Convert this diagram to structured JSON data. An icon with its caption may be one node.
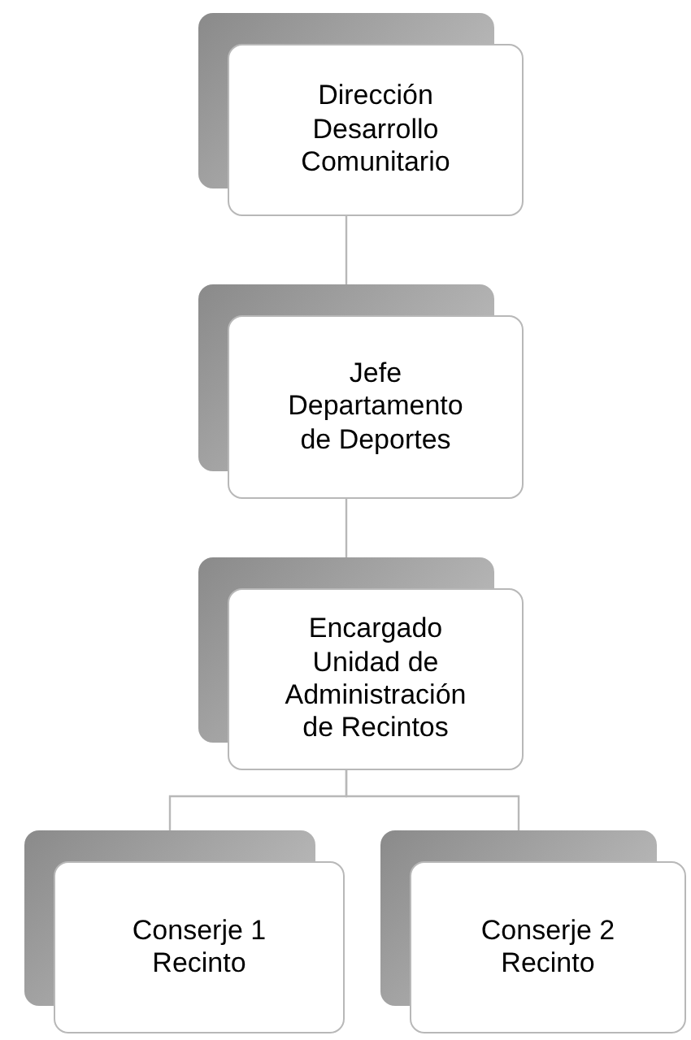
{
  "diagram": {
    "nodes": [
      {
        "text": [
          "Dirección Desarrollo Comunitario"
        ]
      },
      {
        "text": [
          "Jefe Departamento de Deportes"
        ]
      },
      {
        "text": [
          "Encargado Unidad de Administración de Recintos"
        ]
      },
      {
        "text": [
          "Conserje 1 Recinto"
        ]
      },
      {
        "text": [
          "Conserje 2 Recinto"
        ]
      }
    ],
    "edges": [
      {
        "from": 0,
        "to": 1,
        "arrow": "none"
      },
      {
        "from": 1,
        "to": 2,
        "arrow": "none"
      },
      {
        "from": 2,
        "to": 3,
        "arrow": "none"
      },
      {
        "from": 2,
        "to": 4,
        "arrow": "none"
      }
    ]
  }
}
